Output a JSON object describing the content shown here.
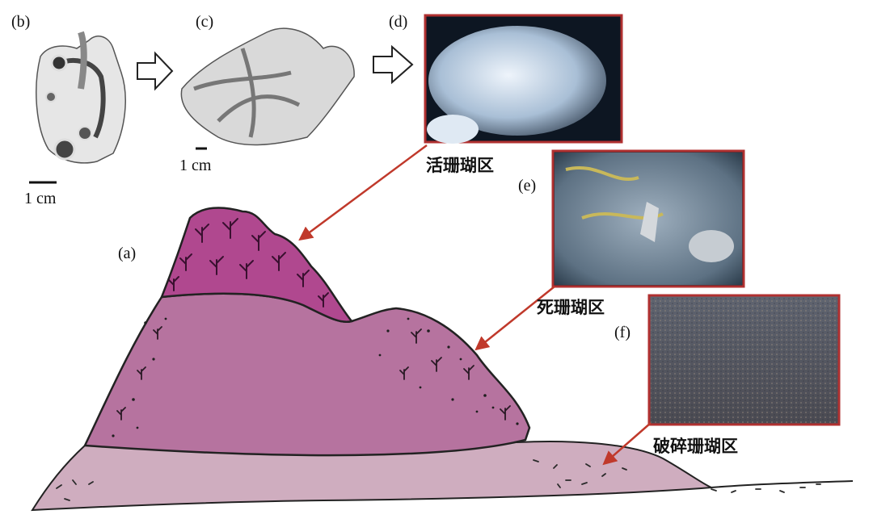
{
  "labels": {
    "a": "(a)",
    "b": "(b)",
    "c": "(c)",
    "d": "(d)",
    "e": "(e)",
    "f": "(f)"
  },
  "scales": {
    "b": "1 cm",
    "c": "1 cm"
  },
  "zones": {
    "live": "活珊瑚区",
    "dead": "死珊瑚区",
    "rubble": "破碎珊瑚区"
  },
  "colors": {
    "live_zone": "#b0488f",
    "dead_zone": "#b6739f",
    "rubble_zone": "#cfadbf",
    "arrow": "#c0392b",
    "photo_border": "#b03030"
  }
}
